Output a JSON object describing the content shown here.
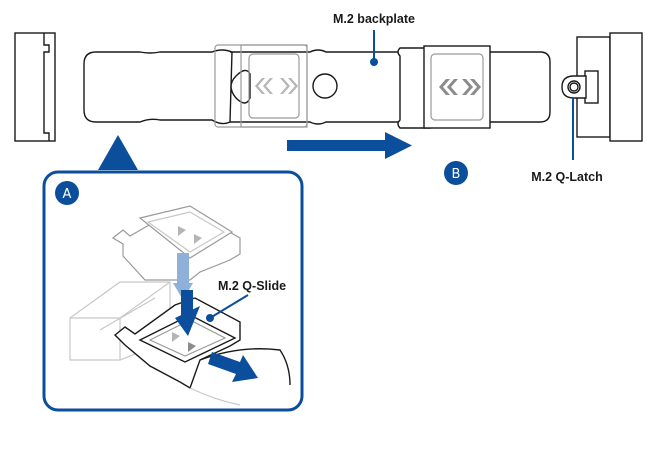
{
  "figure": {
    "labels": {
      "backplate": "M.2 backplate",
      "q_latch": "M.2 Q-Latch",
      "q_slide": "M.2 Q-Slide"
    },
    "steps": {
      "a": "A",
      "b": "B"
    },
    "colors": {
      "accent": "#0b4f9c",
      "light_accent": "#8fb0d8",
      "line": "#1a1a1a",
      "ghost_line": "#9a9a9a"
    },
    "icons": {
      "slide_arrow": "double-chevron-left-right",
      "direction_arrow": "arrow-right",
      "insert_arrow": "arrow-down",
      "remove_arrow": "arrow-down-right",
      "pointer": "triangle-up"
    }
  }
}
